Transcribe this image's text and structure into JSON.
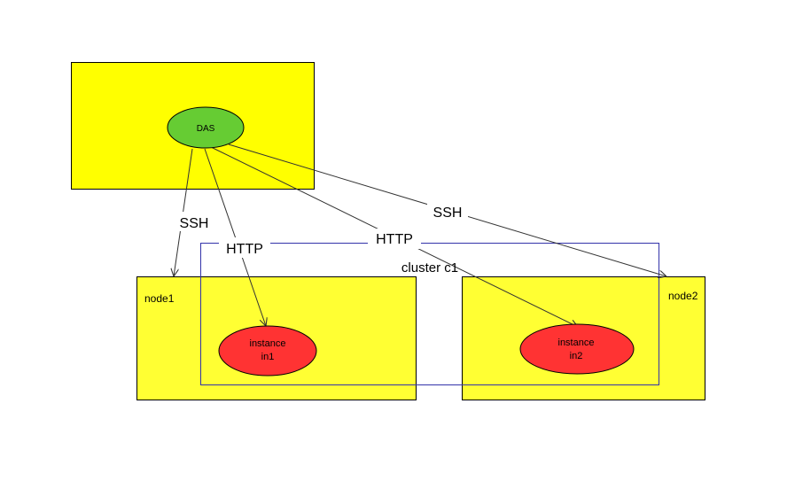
{
  "diagram": {
    "das_host": {
      "label": "DAS"
    },
    "nodes": [
      {
        "id": "node1",
        "label": "node1"
      },
      {
        "id": "node2",
        "label": "node2"
      }
    ],
    "cluster": {
      "label": "cluster c1"
    },
    "instances": [
      {
        "id": "in1",
        "line1": "instance",
        "line2": "in1"
      },
      {
        "id": "in2",
        "line1": "instance",
        "line2": "in2"
      }
    ],
    "connections": [
      {
        "from": "DAS",
        "to": "node1",
        "protocol": "SSH"
      },
      {
        "from": "DAS",
        "to": "node2",
        "protocol": "SSH"
      },
      {
        "from": "DAS",
        "to": "in1",
        "protocol": "HTTP"
      },
      {
        "from": "DAS",
        "to": "in2",
        "protocol": "HTTP"
      }
    ],
    "colors": {
      "host_fill": "#ffff00",
      "node_fill": "#ffff33",
      "das_fill": "#66cc33",
      "instance_fill": "#ff3333",
      "cluster_stroke": "#3333aa",
      "line": "#333333"
    }
  }
}
